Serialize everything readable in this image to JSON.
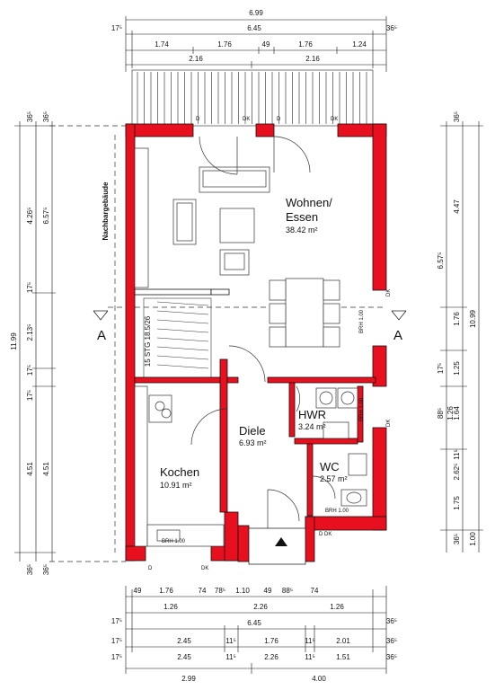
{
  "rooms": {
    "wohnen_l1": "Wohnen/",
    "wohnen_l2": "Essen",
    "wohnen_area": "38.42 m²",
    "diele": "Diele",
    "diele_area": "6.93 m²",
    "hwr": "HWR",
    "hwr_area": "3.24 m²",
    "wc": "WC",
    "wc_area": "2.57 m²",
    "kochen": "Kochen",
    "kochen_area": "10.91 m²"
  },
  "labels": {
    "neighbor": "Nachbargebäude",
    "stair": "15 STG 18.5/26",
    "section_left": "A",
    "section_right": "A",
    "brh_top": "BRH 1.00",
    "brh_right": "BRH 1.00",
    "brh_wc": "BRH 1.00",
    "brh_kitchen": "BRH 1.00",
    "d": "D",
    "dk": "DK"
  },
  "dims": {
    "top1": "6.99",
    "top2": "6.45",
    "top2_l": "17⁵",
    "top2_r": "36⁵",
    "top3": [
      "1.74",
      "1.76",
      "49",
      "1.76",
      "1.24"
    ],
    "top4": [
      "2.16",
      "2.16"
    ],
    "bot1": [
      "49",
      "1.76",
      "74",
      "78⁵",
      "1.10",
      "49",
      "88⁵",
      "74"
    ],
    "bot2": [
      "1.26",
      "2.26",
      "1.26"
    ],
    "bot3": "6.45",
    "bot3_l": "17⁵",
    "bot3_r": "36⁵",
    "bot4": [
      "2.45",
      "11⁵",
      "1.76",
      "11⁵",
      "2.01"
    ],
    "bot4_l": "17⁵",
    "bot4_r": "36⁵",
    "bot5": [
      "2.45",
      "11⁵",
      "2.26",
      "11⁵",
      "1.51"
    ],
    "bot5_l": "17⁵",
    "bot5_r": "36⁵",
    "bot6": [
      "2.99",
      "4.00"
    ],
    "left_outer": "11.99",
    "left_mid": [
      "4.26⁵",
      "6.57⁵",
      "17⁵",
      "2.13⁵",
      "17⁵",
      "17⁵",
      "4.51",
      "4.51"
    ],
    "left_top": [
      "36⁵",
      "36⁵"
    ],
    "left_bot": [
      "36⁵",
      "36⁵"
    ],
    "right_outer": "10.99",
    "right_mid": [
      "4.47",
      "6.57⁵",
      "1.76",
      "1.25",
      "17⁵",
      "88⁵",
      "1.26",
      "1.64",
      "2.62⁵",
      "1.75",
      "11⁵"
    ],
    "right_top": [
      "36⁵"
    ],
    "right_bot": [
      "36⁵",
      "1.00"
    ]
  }
}
